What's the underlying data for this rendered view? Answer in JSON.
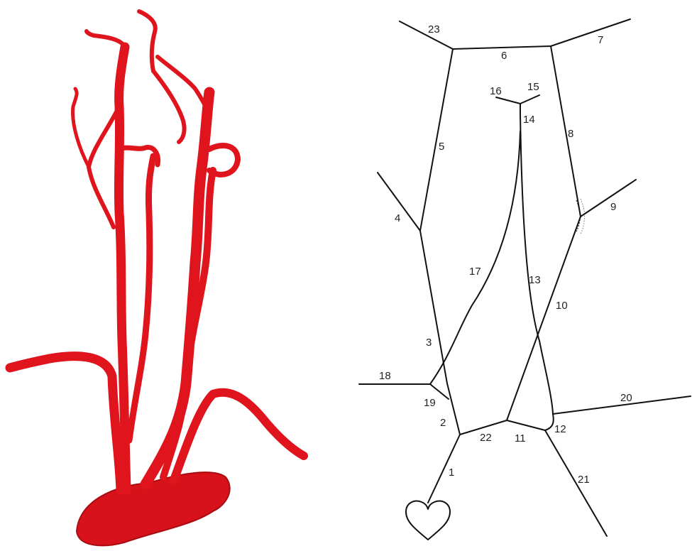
{
  "colors": {
    "vessel": "#e0141c",
    "vessel_shade": "#b20c12",
    "line": "#111111"
  },
  "render": {
    "name": "arterial-tree-3d-render"
  },
  "diagram": {
    "name": "arterial-tree-schematic",
    "segment_labels": [
      "1",
      "2",
      "3",
      "4",
      "5",
      "6",
      "7",
      "8",
      "9",
      "10",
      "11",
      "12",
      "13",
      "14",
      "15",
      "16",
      "17",
      "18",
      "19",
      "20",
      "21",
      "22",
      "23"
    ]
  }
}
